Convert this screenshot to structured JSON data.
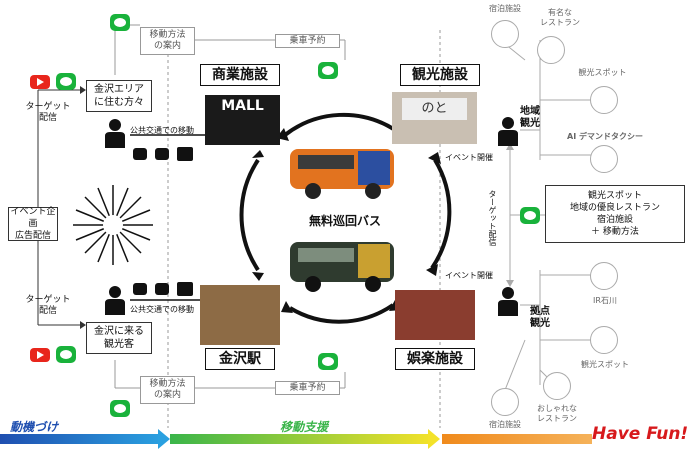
{
  "left": {
    "move_method_top": "移動方法\nの案内",
    "boarding_top": "乗車予約",
    "area_residents": "金沢エリア\nに住む方々",
    "target_dist_top": "ターゲット\n配信",
    "public_transport_top": "公共交通での移動",
    "event_ad": "イベント企画\n広告配信",
    "target_dist_bottom": "ターゲット\n配信",
    "tourists": "金沢に来る\n観光客",
    "public_transport_bottom": "公共交通での移動",
    "move_method_bottom": "移動方法\nの案内",
    "boarding_bottom": "乗車予約"
  },
  "center": {
    "commercial": "商業施設",
    "mall": "MALL",
    "tourism": "観光施設",
    "free_bus": "無料巡回バス",
    "station": "金沢駅",
    "entertainment": "娯楽施設",
    "noto_sign": "のと"
  },
  "right": {
    "lodging_top": "宿泊施設",
    "famous_restaurant": "有名な\nレストラン",
    "regional_tourism": "地域\n観光",
    "tourist_spot_top": "観光スポット",
    "ai_taxi": "AI デマンドタクシー",
    "event_held_top": "イベント開催",
    "target_dist": "ターゲット配信",
    "info_box": "観光スポット\n地域の優良レストラン\n宿泊施設\n＋ 移動方法",
    "event_held_bottom": "イベント開催",
    "hub_tourism": "拠点\n観光",
    "ir_ishikawa": "IR石川",
    "tourist_spot_bottom": "観光スポット",
    "lodging_bottom": "宿泊施設",
    "stylish_restaurant": "おしゃれな\nレストラン"
  },
  "bottom": {
    "motivation": "動機づけ",
    "move_support": "移動支援",
    "have_fun": "Have Fun!"
  },
  "colors": {
    "chat_green": "#19b23b",
    "youtube_red": "#e8261c",
    "bar_blue": "#1f4fb0",
    "bar_green": "#3ab54a",
    "bar_orange": "#f08a1c",
    "fun_red": "#d7191c"
  }
}
